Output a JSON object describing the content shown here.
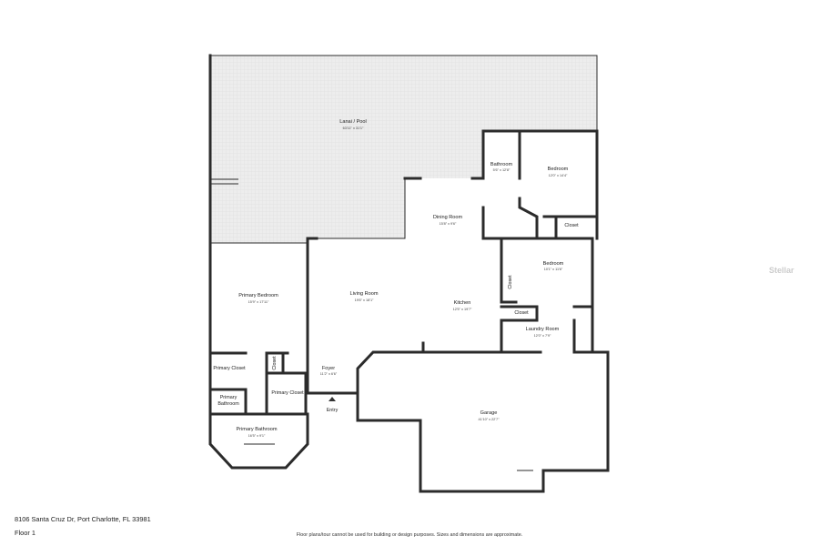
{
  "rooms": {
    "lanai_pool": {
      "name": "Lanai / Pool",
      "dims": "63'11\" x 31'1\""
    },
    "bathroom": {
      "name": "Bathroom",
      "dims": "5'6\" x 12'8\""
    },
    "bedroom_1": {
      "name": "Bedroom",
      "dims": "12'0\" x 14'4\""
    },
    "dining_room": {
      "name": "Dining Room",
      "dims": "15'8\" x 9'6\""
    },
    "bedroom_2": {
      "name": "Bedroom",
      "dims": "10'1\" x 11'6\""
    },
    "primary_bedroom": {
      "name": "Primary Bedroom",
      "dims": "15'9\" x 17'11\""
    },
    "living_room": {
      "name": "Living Room",
      "dims": "19'6\" x 18'1\""
    },
    "kitchen": {
      "name": "Kitchen",
      "dims": "12'5\" x 19'7\""
    },
    "laundry_room": {
      "name": "Laundry Room",
      "dims": "12'0\" x 7'9\""
    },
    "foyer": {
      "name": "Foyer",
      "dims": "11'2\" x 6'6\""
    },
    "garage": {
      "name": "Garage",
      "dims": "41'10\" x 22'7\""
    },
    "primary_bathroom_main": {
      "name": "Primary Bathroom",
      "dims": "16'5\" x 9'1\""
    }
  },
  "labels": {
    "closet_bedroom_1": "Closet",
    "closet_bedroom_2": "Closet",
    "closet_kitchen": "Closet",
    "closet_foyer": "Closet",
    "primary_closet_left": "Primary Closet",
    "primary_closet_right": "Primary Closet",
    "primary_bathroom_small_1": "Primary",
    "primary_bathroom_small_2": "Bathroom",
    "entry": "Entry"
  },
  "footer": {
    "address": "8106 Santa Cruz Dr, Port Charlotte, FL 33981",
    "floor": "Floor 1",
    "disclaimer": "Floor plans/tour cannot be used for building or design purposes. Sizes and dimensions are approximate."
  },
  "watermark": "Stellar",
  "colors": {
    "wall": "#2b2b2b",
    "lanai_fill": "#e9e9e9",
    "room_fill": "#ffffff"
  }
}
